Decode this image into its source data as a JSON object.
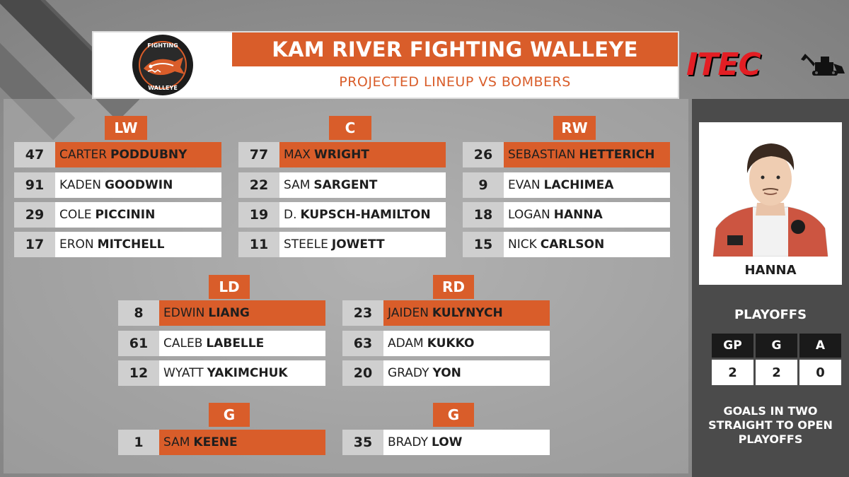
{
  "header": {
    "title": "KAM RIVER FIGHTING WALLEYE",
    "subtitle": "PROJECTED LINEUP VS BOMBERS",
    "logo_top": "FIGHTING",
    "logo_bottom": "WALLEYE",
    "sponsor": "ITEC"
  },
  "forwards": {
    "lw": {
      "label": "LW",
      "players": [
        {
          "num": "47",
          "first": "CARTER",
          "last": "PODDUBNY"
        },
        {
          "num": "91",
          "first": "KADEN",
          "last": "GOODWIN"
        },
        {
          "num": "29",
          "first": "COLE",
          "last": "PICCININ"
        },
        {
          "num": "17",
          "first": "ERON",
          "last": "MITCHELL"
        }
      ]
    },
    "c": {
      "label": "C",
      "players": [
        {
          "num": "77",
          "first": "MAX",
          "last": "WRIGHT"
        },
        {
          "num": "22",
          "first": "SAM",
          "last": "SARGENT"
        },
        {
          "num": "19",
          "first": "D.",
          "last": "KUPSCH-HAMILTON"
        },
        {
          "num": "11",
          "first": "STEELE",
          "last": "JOWETT"
        }
      ]
    },
    "rw": {
      "label": "RW",
      "players": [
        {
          "num": "26",
          "first": "SEBASTIAN",
          "last": "HETTERICH"
        },
        {
          "num": "9",
          "first": "EVAN",
          "last": "LACHIMEA"
        },
        {
          "num": "18",
          "first": "LOGAN",
          "last": "HANNA"
        },
        {
          "num": "15",
          "first": "NICK",
          "last": "CARLSON"
        }
      ]
    }
  },
  "defense": {
    "ld": {
      "label": "LD",
      "players": [
        {
          "num": "8",
          "first": "EDWIN",
          "last": "LIANG"
        },
        {
          "num": "61",
          "first": "CALEB",
          "last": "LABELLE"
        },
        {
          "num": "12",
          "first": "WYATT",
          "last": "YAKIMCHUK"
        }
      ]
    },
    "rd": {
      "label": "RD",
      "players": [
        {
          "num": "23",
          "first": "JAIDEN",
          "last": "KULYNYCH"
        },
        {
          "num": "63",
          "first": "ADAM",
          "last": "KUKKO"
        },
        {
          "num": "20",
          "first": "GRADY",
          "last": "YON"
        }
      ]
    }
  },
  "goalies": {
    "g1": {
      "label": "G",
      "num": "1",
      "first": "SAM",
      "last": "KEENE"
    },
    "g2": {
      "label": "G",
      "num": "35",
      "first": "BRADY",
      "last": "LOW"
    }
  },
  "feature": {
    "name": "HANNA",
    "stats_title": "PLAYOFFS",
    "headers": [
      "GP",
      "G",
      "A"
    ],
    "values": [
      "2",
      "2",
      "0"
    ],
    "note": "GOALS IN TWO STRAIGHT TO OPEN PLAYOFFS"
  },
  "colors": {
    "accent": "#d95d2a",
    "panel_dark": "#4b4b4b",
    "sponsor_red": "#e31e24"
  }
}
